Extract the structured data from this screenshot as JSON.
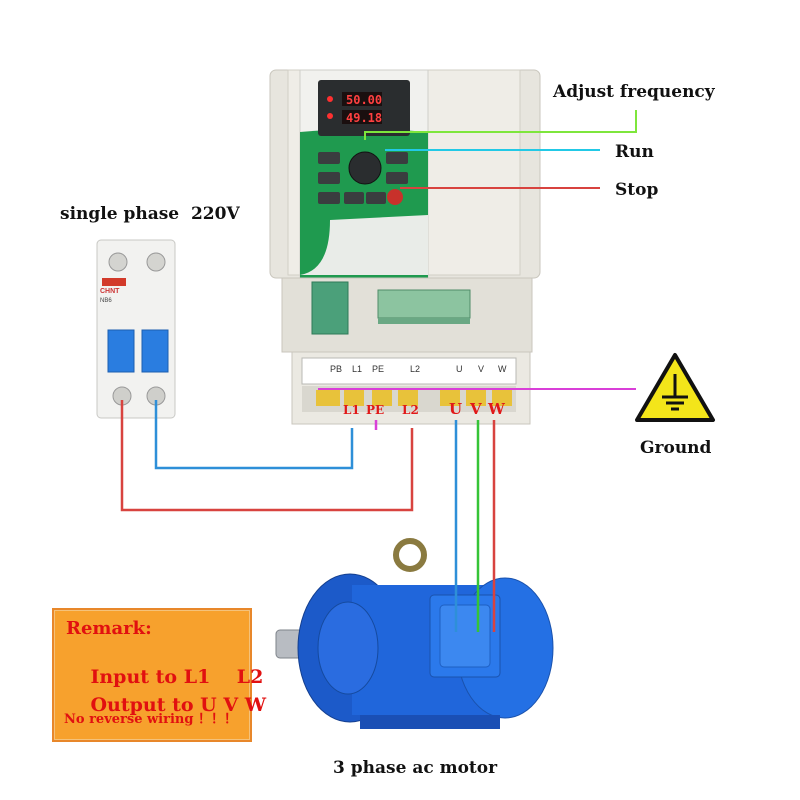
{
  "labels": {
    "adjust_frequency": "Adjust frequency",
    "run": "Run",
    "stop": "Stop",
    "single_phase": "single phase  220V",
    "ground": "Ground",
    "motor": "3 phase ac motor"
  },
  "terminals": {
    "l1": "L1",
    "pe": "PE",
    "l2": "L2",
    "u": "U",
    "v": "V",
    "w": "W"
  },
  "strip_labels": {
    "pb": "PB",
    "l1": "L1",
    "pe": "PE",
    "l2": "L2",
    "u": "U",
    "v": "V",
    "w": "W"
  },
  "display": {
    "line1": "50.00",
    "line2": "49.18"
  },
  "breaker": {
    "brand": "CHNT",
    "model": "NB6"
  },
  "remark": {
    "title": "Remark:",
    "input_prefix": "Input to ",
    "input_terms": "L1    L2",
    "output_prefix": "Output to ",
    "output_terms": "U V W",
    "warning": "No reverse wiring ！！！"
  },
  "colors": {
    "wire_blue": "#2e8fd8",
    "wire_red": "#d8433f",
    "wire_green": "#35c437",
    "wire_cyan": "#22c9e6",
    "wire_lime": "#7ee63c",
    "wire_magenta": "#d93fd8",
    "panel_green": "#1f9a4f",
    "motor_blue": "#1f63d6",
    "remark_bg": "#f7a12d"
  }
}
